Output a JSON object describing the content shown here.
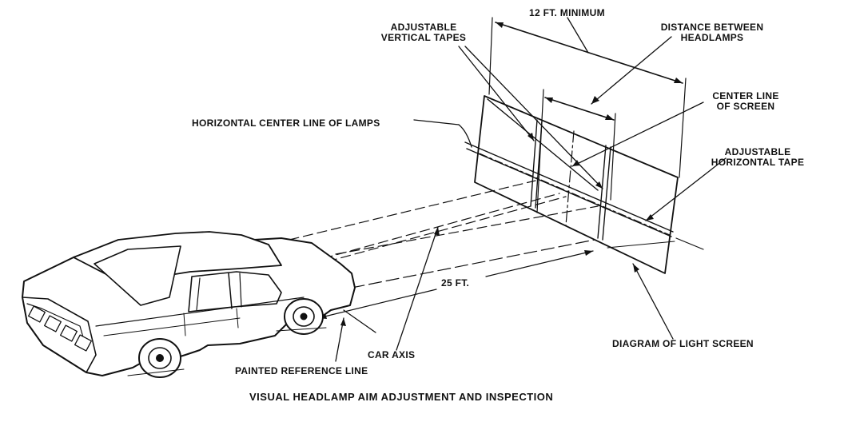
{
  "figure": {
    "caption": "VISUAL HEADLAMP AIM ADJUSTMENT AND INSPECTION"
  },
  "labels": {
    "min_distance": "12 FT. MINIMUM",
    "vertical_tapes_line1": "ADJUSTABLE",
    "vertical_tapes_line2": "VERTICAL TAPES",
    "distance_between_line1": "DISTANCE BETWEEN",
    "distance_between_line2": "HEADLAMPS",
    "center_line_line1": "CENTER LINE",
    "center_line_line2": "OF SCREEN",
    "horizontal_center": "HORIZONTAL CENTER LINE OF LAMPS",
    "horizontal_tape_line1": "ADJUSTABLE",
    "horizontal_tape_line2": "HORIZONTAL TAPE",
    "distance_25": "25 FT.",
    "car_axis": "CAR AXIS",
    "painted_reference": "PAINTED REFERENCE LINE",
    "light_screen": "DIAGRAM OF LIGHT SCREEN"
  }
}
